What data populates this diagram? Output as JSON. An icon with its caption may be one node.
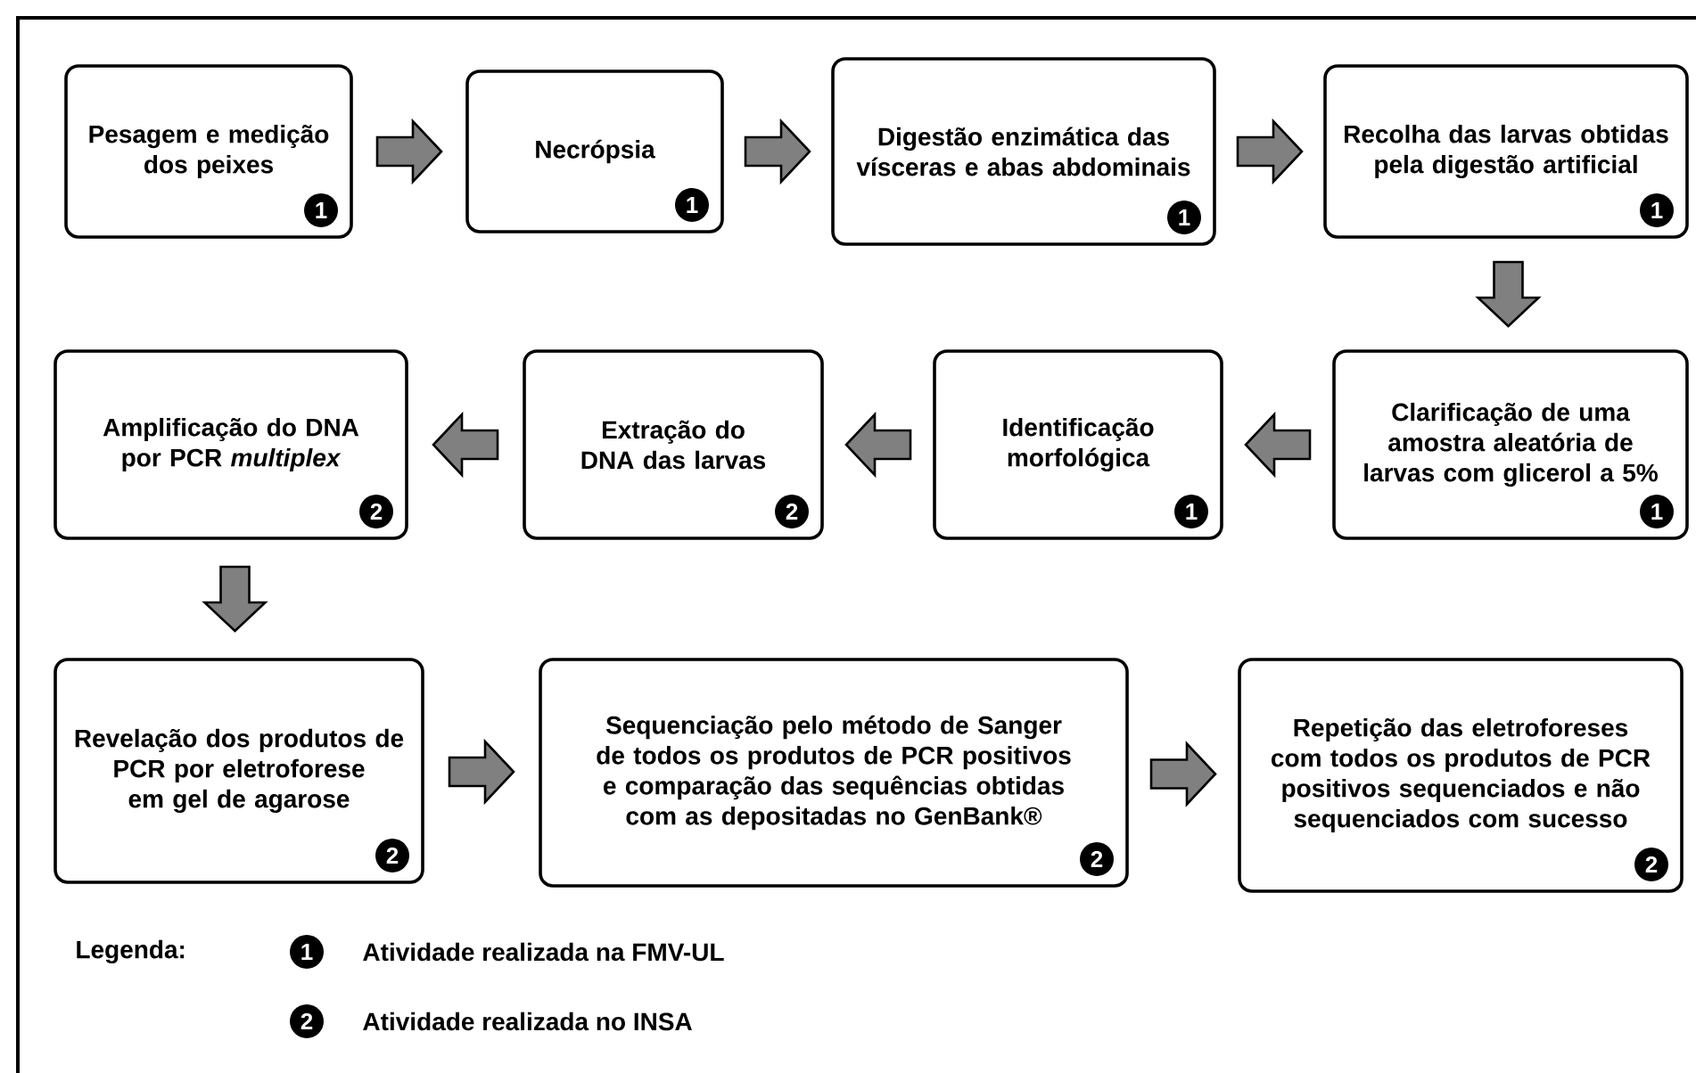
{
  "diagram": {
    "nodes": [
      {
        "text": [
          "Pesagem e medição dos peixes",
          "1"
        ]
      },
      {
        "text": [
          "Necrópsia",
          "1"
        ]
      },
      {
        "text": [
          "Digestão enzimática das vísceras e abas abdominais",
          "1"
        ]
      },
      {
        "text": [
          "Recolha das larvas obtidas pela digestão artificial",
          "1"
        ]
      },
      {
        "text": [
          "Clarificação de uma amostra aleatória de larvas com glicerol a 5%",
          "1"
        ]
      },
      {
        "text": [
          "Identificação morfológica",
          "1"
        ]
      },
      {
        "text": [
          "Extração do DNA das larvas",
          "2"
        ]
      },
      {
        "text": [
          "Amplificação do DNA por PCR *multiplex*",
          "2"
        ]
      },
      {
        "text": [
          "Revelação dos produtos de PCR por eletroforese em gel de agarose",
          "2"
        ]
      },
      {
        "text": [
          "Sequenciação pelo método de Sanger de todos os produtos de PCR positivos e comparação das sequências obtidas com as depositadas no GenBank®",
          "2"
        ]
      },
      {
        "text": [
          "Repetição das eletroforeses com todos os produtos de PCR positivos sequenciados e não sequenciados com sucesso",
          "2"
        ]
      }
    ],
    "edges": [
      {
        "from": 0,
        "to": 1,
        "arrow": "to"
      },
      {
        "from": 1,
        "to": 2,
        "arrow": "to"
      },
      {
        "from": 2,
        "to": 3,
        "arrow": "to"
      },
      {
        "from": 3,
        "to": 4,
        "arrow": "to"
      },
      {
        "from": 4,
        "to": 5,
        "arrow": "to"
      },
      {
        "from": 5,
        "to": 6,
        "arrow": "to"
      },
      {
        "from": 6,
        "to": 7,
        "arrow": "to"
      },
      {
        "from": 7,
        "to": 8,
        "arrow": "to"
      },
      {
        "from": 8,
        "to": 9,
        "arrow": "to"
      },
      {
        "from": 9,
        "to": 10,
        "arrow": "to"
      }
    ],
    "labels": [
      "Legenda:",
      "1",
      "2"
    ],
    "legend": [
      {
        "text": "Atividade realizada na FMV-UL"
      },
      {
        "text": "Atividade realizada no INSA"
      }
    ]
  }
}
